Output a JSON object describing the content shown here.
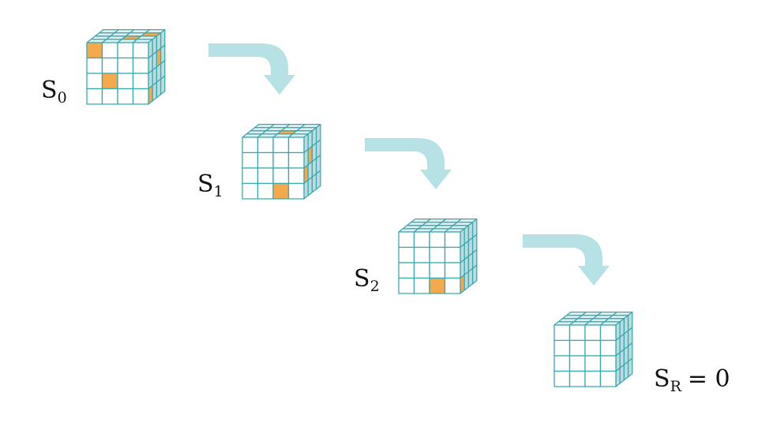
{
  "colors": {
    "cube_outline": "#3aa9b0",
    "face_front": "#ffffff",
    "face_top": "#dff1f2",
    "face_side": "#b9dde0",
    "highlight": "#f5a94a",
    "arrow": "#b6e2e6"
  },
  "stages": [
    {
      "label": {
        "letter": "S",
        "sub": "0",
        "suffix": ""
      },
      "highlights": {
        "front": [
          [
            0,
            0
          ],
          [
            2,
            1
          ]
        ],
        "top": [
          [
            1,
            3
          ],
          [
            2,
            2
          ]
        ],
        "side": [
          [
            1,
            2
          ],
          [
            3,
            0
          ]
        ]
      }
    },
    {
      "label": {
        "letter": "S",
        "sub": "1",
        "suffix": ""
      },
      "highlights": {
        "front": [
          [
            3,
            2
          ]
        ],
        "top": [
          [
            2,
            2
          ]
        ],
        "side": [
          [
            1,
            1
          ],
          [
            2,
            0
          ]
        ]
      }
    },
    {
      "label": {
        "letter": "S",
        "sub": "2",
        "suffix": ""
      },
      "highlights": {
        "front": [
          [
            3,
            2
          ]
        ],
        "top": [],
        "side": [
          [
            3,
            0
          ]
        ]
      }
    },
    {
      "label": {
        "letter": "S",
        "sub": "R",
        "suffix": "= 0"
      },
      "highlights": {
        "front": [],
        "top": [],
        "side": []
      }
    }
  ],
  "arrows": [
    "arrow-1",
    "arrow-2",
    "arrow-3"
  ]
}
